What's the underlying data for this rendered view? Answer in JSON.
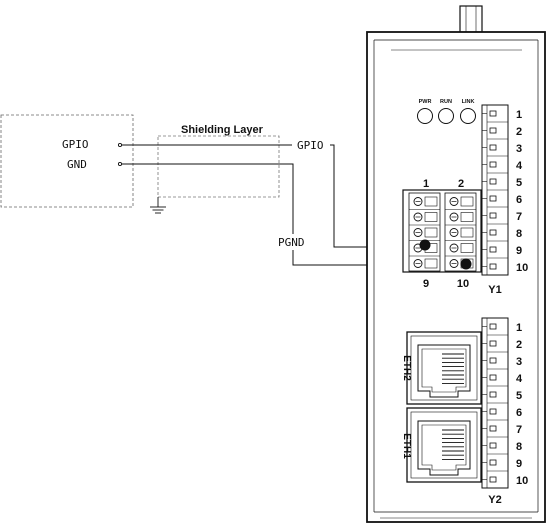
{
  "diagram": {
    "left_block": {
      "signal_label": "GPIO",
      "ground_label": "GND"
    },
    "shield_label": "Shielding Layer",
    "device_signal_label": "GPIO",
    "device_ground_label": "PGND",
    "leds": [
      {
        "label": "PWR"
      },
      {
        "label": "RUN"
      },
      {
        "label": "LINK"
      }
    ],
    "connector_y1": {
      "label": "Y1",
      "pins": [
        "1",
        "2",
        "3",
        "4",
        "5",
        "6",
        "7",
        "8",
        "9",
        "10"
      ]
    },
    "connector_y2": {
      "label": "Y2",
      "pins": [
        "1",
        "2",
        "3",
        "4",
        "5",
        "6",
        "7",
        "8",
        "9",
        "10"
      ]
    },
    "terminal_block": {
      "top_left": "1",
      "top_right": "2",
      "bottom_left": "9",
      "bottom_right": "10"
    },
    "ports": [
      {
        "label": "ETH2"
      },
      {
        "label": "ETH1"
      }
    ]
  }
}
